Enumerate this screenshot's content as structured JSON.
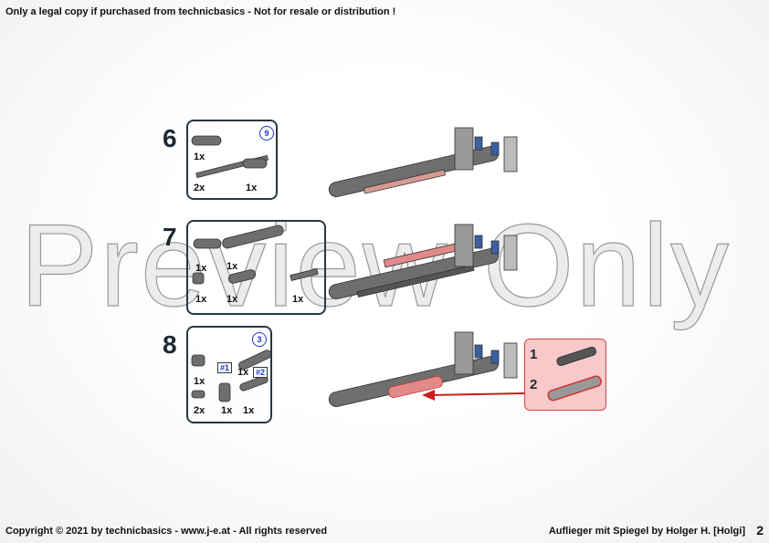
{
  "header": {
    "notice": "Only a legal copy if purchased from technicbasics - Not for resale or distribution !"
  },
  "footer": {
    "copyright": "Copyright © 2021 by technicbasics - www.j-e.at - All rights reserved",
    "title": "Auflieger mit Spiegel by Holger H. [Holgi]",
    "page_number": "2"
  },
  "watermark": "Preview Only",
  "steps": [
    {
      "number": "6",
      "badge": "9",
      "quantities": [
        "1x",
        "2x",
        "1x"
      ]
    },
    {
      "number": "7",
      "quantities": [
        "1x",
        "1x",
        "1x",
        "1x",
        "1x"
      ]
    },
    {
      "number": "8",
      "badge": "3",
      "tags": [
        "#1",
        "#2"
      ],
      "quantities": [
        "1x",
        "1x",
        "2x",
        "1x",
        "1x"
      ]
    }
  ],
  "callout": {
    "substeps": [
      "1",
      "2"
    ]
  },
  "colors": {
    "highlight": "#d04848",
    "callout_bg": "#f7c9c9",
    "badge": "#2233cc"
  }
}
